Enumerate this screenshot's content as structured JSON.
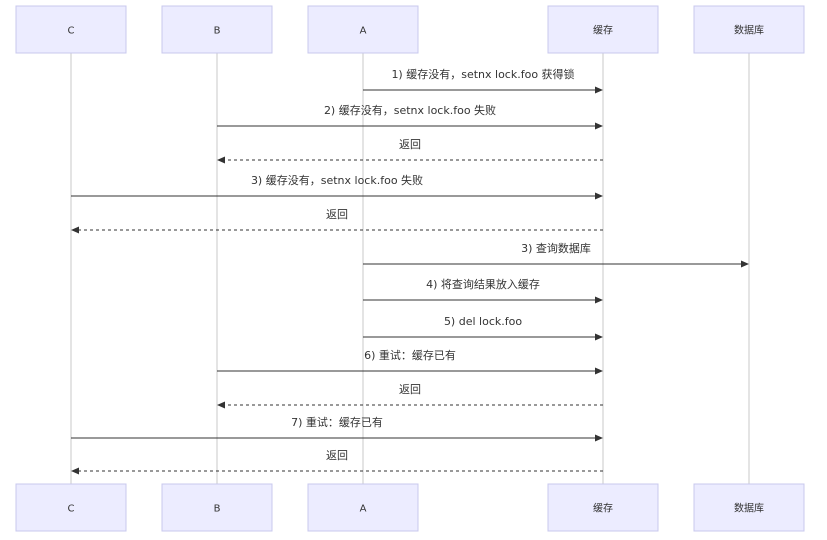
{
  "participants": [
    {
      "id": "C",
      "label": "C"
    },
    {
      "id": "B",
      "label": "B"
    },
    {
      "id": "A",
      "label": "A"
    },
    {
      "id": "cache",
      "label": "缓存"
    },
    {
      "id": "db",
      "label": "数据库"
    }
  ],
  "messages": [
    {
      "from": "A",
      "to": "cache",
      "label": "1) 缓存没有，setnx lock.foo 获得锁",
      "dashed": false
    },
    {
      "from": "B",
      "to": "cache",
      "label": "2) 缓存没有，setnx lock.foo 失败",
      "dashed": false
    },
    {
      "from": "cache",
      "to": "B",
      "label": "返回",
      "dashed": true
    },
    {
      "from": "C",
      "to": "cache",
      "label": "3) 缓存没有，setnx lock.foo 失败",
      "dashed": false
    },
    {
      "from": "cache",
      "to": "C",
      "label": "返回",
      "dashed": true
    },
    {
      "from": "A",
      "to": "db",
      "label": "3) 查询数据库",
      "dashed": false
    },
    {
      "from": "A",
      "to": "cache",
      "label": "4) 将查询结果放入缓存",
      "dashed": false
    },
    {
      "from": "A",
      "to": "cache",
      "label": "5) del lock.foo",
      "dashed": false
    },
    {
      "from": "B",
      "to": "cache",
      "label": "6) 重试：缓存已有",
      "dashed": false
    },
    {
      "from": "cache",
      "to": "B",
      "label": "返回",
      "dashed": true
    },
    {
      "from": "C",
      "to": "cache",
      "label": "7) 重试：缓存已有",
      "dashed": false
    },
    {
      "from": "cache",
      "to": "C",
      "label": "返回",
      "dashed": true
    }
  ]
}
